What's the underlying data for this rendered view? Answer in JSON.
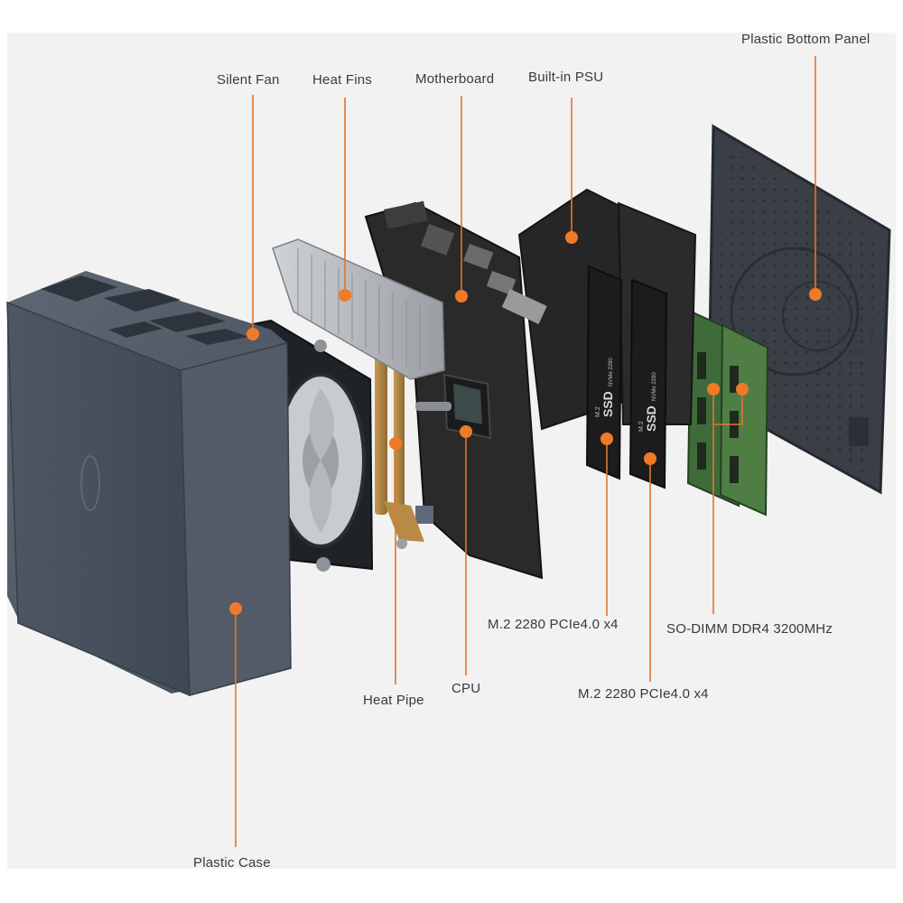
{
  "colors": {
    "accent": "#f07a27",
    "leader": "#e0762d",
    "label_text": "#3a3a3a",
    "background": "#f2f2f2",
    "case": "#4a5360"
  },
  "labels": {
    "silent_fan": "Silent Fan",
    "heat_fins": "Heat Fins",
    "motherboard": "Motherboard",
    "built_in_psu": "Built-in PSU",
    "plastic_bottom_panel": "Plastic Bottom Panel",
    "ssd_slot_1": "M.2 2280 PCIe4.0 x4",
    "ssd_slot_2": "M.2 2280 PCIe4.0 x4",
    "so_dimm": "SO-DIMM DDR4 3200MHz",
    "heat_pipe": "Heat Pipe",
    "cpu": "CPU",
    "plastic_case": "Plastic Case"
  },
  "ssd_print": {
    "line1": "M.2",
    "line2": "SSD",
    "line3": "NVMe 2280"
  }
}
